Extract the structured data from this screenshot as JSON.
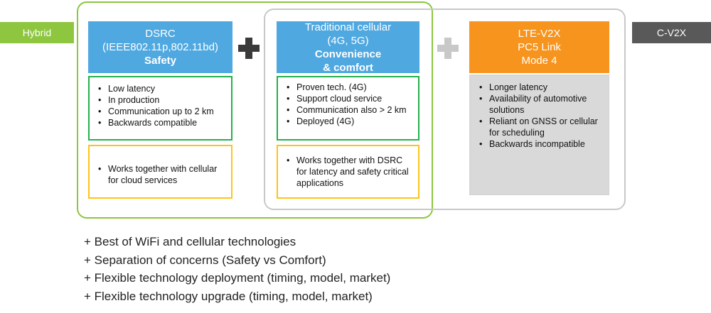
{
  "labels": {
    "hybrid": "Hybrid",
    "cv2x": "C-V2X"
  },
  "dsrc": {
    "title_lines": [
      "DSRC",
      "(IEEE802.11p,802.11bd)"
    ],
    "emphasis": "Safety",
    "pros": [
      "Low latency",
      "In production",
      "Communication up to 2 km",
      "Backwards compatible"
    ],
    "note": [
      "Works together with cellular for cloud services"
    ]
  },
  "cellular": {
    "title_lines": [
      "Traditional cellular",
      "(4G, 5G)"
    ],
    "emphasis_lines": [
      "Convenience",
      "& comfort"
    ],
    "pros": [
      "Proven tech. (4G)",
      "Support cloud service",
      "Communication also > 2 km",
      "Deployed (4G)"
    ],
    "note": [
      "Works together with DSRC for latency and safety critical applications"
    ]
  },
  "ltev2x": {
    "title_lines": [
      "LTE-V2X",
      "PC5 Link",
      "Mode 4"
    ],
    "items": [
      "Longer latency",
      "Availability of automotive solutions",
      "Reliant on GNSS or cellular for scheduling",
      "Backwards incompatible"
    ]
  },
  "benefits": [
    "+ Best of WiFi and cellular technologies",
    "+ Separation of concerns (Safety vs Comfort)",
    "+ Flexible technology deployment (timing, model, market)",
    "+ Flexible technology upgrade (timing, model, market)"
  ],
  "colors": {
    "hybrid_green": "#8dc63f",
    "list_green": "#22b14c",
    "note_yellow": "#fcc419",
    "header_blue": "#4fa8e0",
    "header_orange": "#f7941d",
    "cv2x_gray": "#595959"
  }
}
